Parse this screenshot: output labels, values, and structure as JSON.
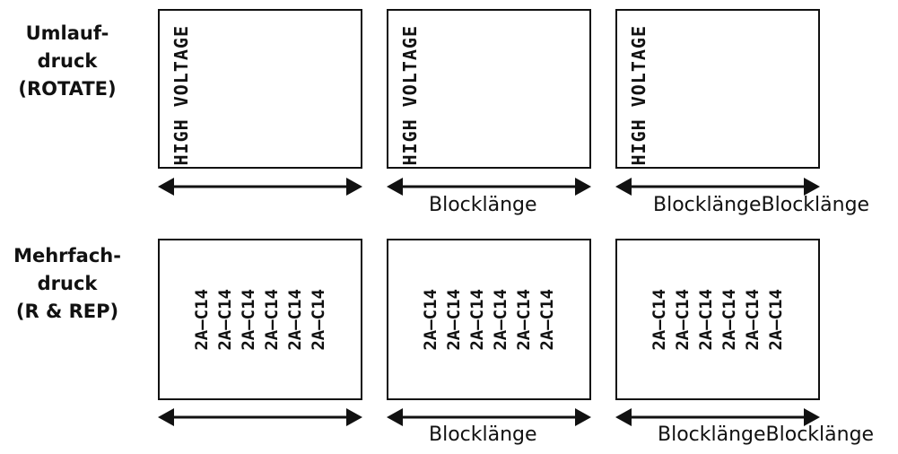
{
  "rows": [
    {
      "label_lines": [
        "Umlauf-",
        "druck",
        "(ROTATE)"
      ],
      "panels": [
        {
          "text": "HIGH VOLTAGE",
          "caption": ""
        },
        {
          "text": "HIGH VOLTAGE",
          "caption": "Blocklänge"
        },
        {
          "text": "HIGH VOLTAGE",
          "caption": "BlocklängeBlocklänge"
        }
      ]
    },
    {
      "label_lines": [
        "Mehrfach-",
        "druck",
        "(R & REP)"
      ],
      "panels": [
        {
          "repeat_text": [
            "2A–C14",
            "2A–C14",
            "2A–C14",
            "2A–C14",
            "2A–C14",
            "2A–C14"
          ],
          "caption": ""
        },
        {
          "repeat_text": [
            "2A–C14",
            "2A–C14",
            "2A–C14",
            "2A–C14",
            "2A–C14",
            "2A–C14"
          ],
          "caption": "Blocklänge"
        },
        {
          "repeat_text": [
            "2A–C14",
            "2A–C14",
            "2A–C14",
            "2A–C14",
            "2A–C14",
            "2A–C14"
          ],
          "caption": "BlocklängeBlocklänge"
        }
      ]
    }
  ]
}
